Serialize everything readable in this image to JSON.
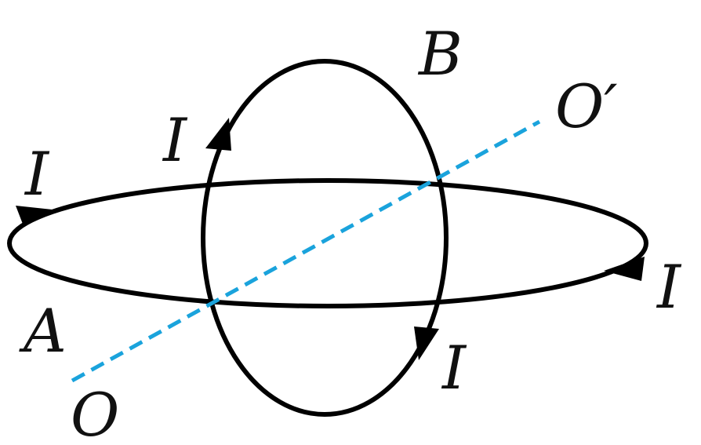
{
  "labels": {
    "loop_a": "A",
    "loop_b": "B",
    "axis_start": "O",
    "axis_end": "O′",
    "current": "I"
  },
  "colors": {
    "loops": "#000000",
    "axis": "#1aa3dc",
    "text": "#111111"
  }
}
